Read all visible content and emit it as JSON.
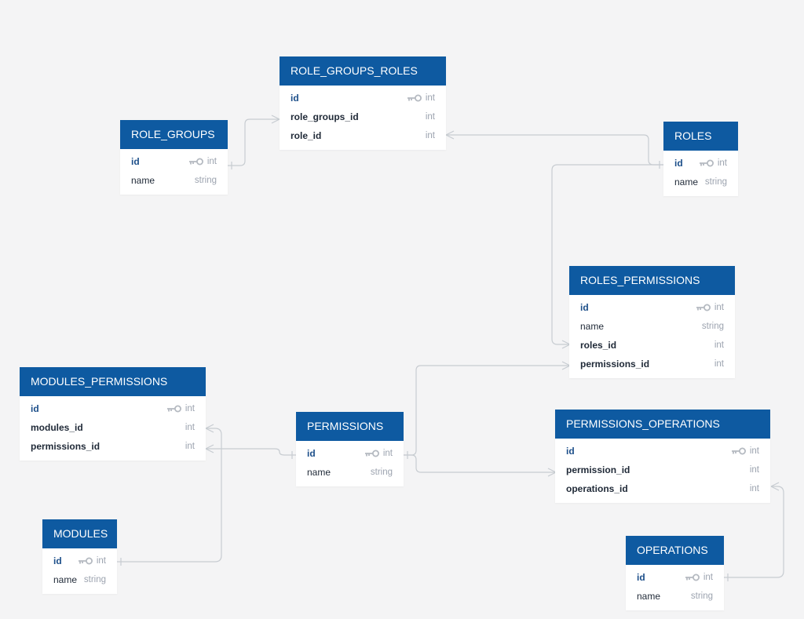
{
  "colors": {
    "background": "#f4f4f5",
    "header": "#0e5aa1",
    "pk_text": "#1d4f8a",
    "connector": "#c7ccd1"
  },
  "tables": {
    "role_groups_roles": {
      "name": "ROLE_GROUPS_ROLES",
      "columns": [
        {
          "name": "id",
          "type": "int",
          "pk": true
        },
        {
          "name": "role_groups_id",
          "type": "int"
        },
        {
          "name": "role_id",
          "type": "int"
        }
      ]
    },
    "role_groups": {
      "name": "ROLE_GROUPS",
      "columns": [
        {
          "name": "id",
          "type": "int",
          "pk": true
        },
        {
          "name": "name",
          "type": "string"
        }
      ]
    },
    "roles": {
      "name": "ROLES",
      "columns": [
        {
          "name": "id",
          "type": "int",
          "pk": true
        },
        {
          "name": "name",
          "type": "string"
        }
      ]
    },
    "roles_permissions": {
      "name": "ROLES_PERMISSIONS",
      "columns": [
        {
          "name": "id",
          "type": "int",
          "pk": true
        },
        {
          "name": "name",
          "type": "string"
        },
        {
          "name": "roles_id",
          "type": "int"
        },
        {
          "name": "permissions_id",
          "type": "int"
        }
      ]
    },
    "modules_permissions": {
      "name": "MODULES_PERMISSIONS",
      "columns": [
        {
          "name": "id",
          "type": "int",
          "pk": true
        },
        {
          "name": "modules_id",
          "type": "int"
        },
        {
          "name": "permissions_id",
          "type": "int"
        }
      ]
    },
    "permissions": {
      "name": "PERMISSIONS",
      "columns": [
        {
          "name": "id",
          "type": "int",
          "pk": true
        },
        {
          "name": "name",
          "type": "string"
        }
      ]
    },
    "permissions_operations": {
      "name": "PERMISSIONS_OPERATIONS",
      "columns": [
        {
          "name": "id",
          "type": "int",
          "pk": true
        },
        {
          "name": "permission_id",
          "type": "int"
        },
        {
          "name": "operations_id",
          "type": "int"
        }
      ]
    },
    "modules": {
      "name": "MODULES",
      "columns": [
        {
          "name": "id",
          "type": "int",
          "pk": true
        },
        {
          "name": "name",
          "type": "string"
        }
      ]
    },
    "operations": {
      "name": "OPERATIONS",
      "columns": [
        {
          "name": "id",
          "type": "int",
          "pk": true
        },
        {
          "name": "name",
          "type": "string"
        }
      ]
    }
  },
  "relations": [
    {
      "from": "role_groups.id",
      "to": "role_groups_roles.role_groups_id",
      "cardinality": "one-to-many"
    },
    {
      "from": "roles.id",
      "to": "role_groups_roles.role_id",
      "cardinality": "one-to-many"
    },
    {
      "from": "roles.id",
      "to": "roles_permissions.roles_id",
      "cardinality": "one-to-many"
    },
    {
      "from": "permissions.id",
      "to": "roles_permissions.permissions_id",
      "cardinality": "one-to-many"
    },
    {
      "from": "permissions.id",
      "to": "modules_permissions.permissions_id",
      "cardinality": "one-to-many"
    },
    {
      "from": "modules.id",
      "to": "modules_permissions.modules_id",
      "cardinality": "one-to-many"
    },
    {
      "from": "permissions.id",
      "to": "permissions_operations.permission_id",
      "cardinality": "one-to-many"
    },
    {
      "from": "operations.id",
      "to": "permissions_operations.operations_id",
      "cardinality": "one-to-many"
    }
  ]
}
